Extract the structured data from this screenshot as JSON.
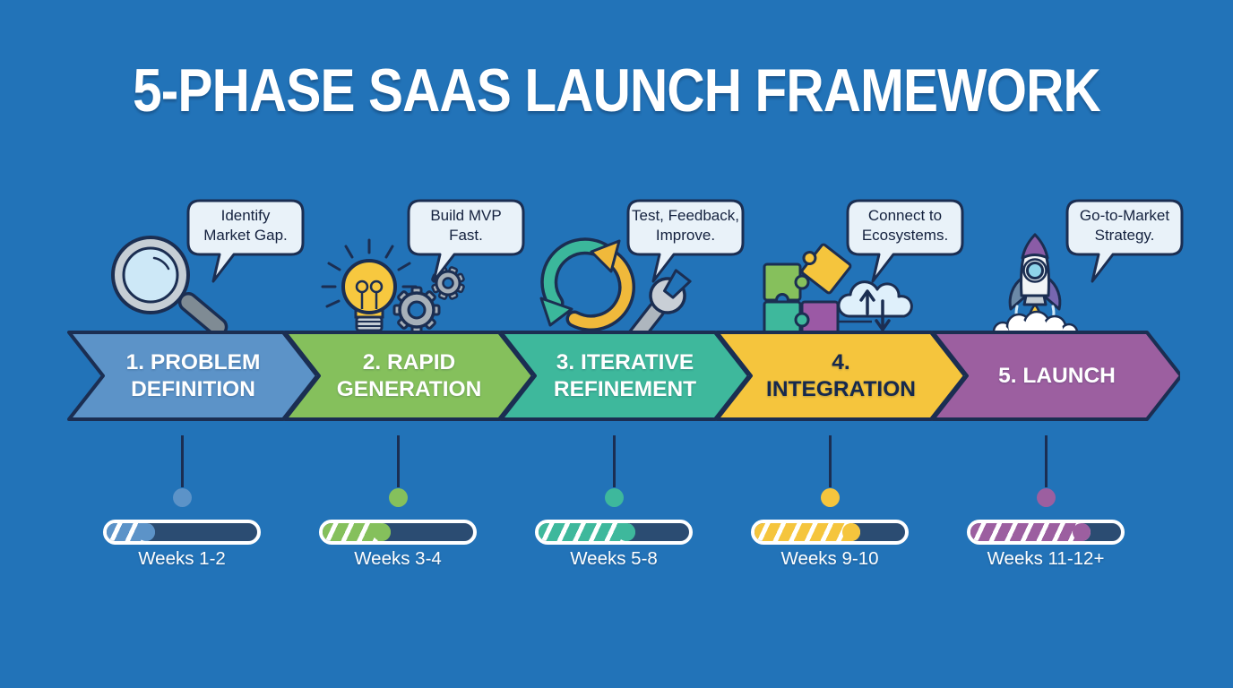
{
  "title": "5-PHASE SAAS LAUNCH FRAMEWORK",
  "colors": {
    "background": "#2273b8",
    "outline": "#1b2e52",
    "bubble_bg": "#e9f2f9",
    "bar_track": "#2b4c72",
    "bar_border": "#ffffff",
    "title_text": "#ffffff"
  },
  "phases": [
    {
      "label": "1. PROBLEM DEFINITION",
      "bubble_line1": "Identify",
      "bubble_line2": "Market Gap.",
      "weeks": "Weeks 1-2",
      "color": "#5c93c8",
      "text_color": "#ffffff",
      "progress": "32%",
      "icon": "magnifier-icon"
    },
    {
      "label": "2. RAPID GENERATION",
      "bubble_line1": "Build MVP",
      "bubble_line2": "Fast.",
      "weeks": "Weeks 3-4",
      "color": "#85c05c",
      "text_color": "#ffffff",
      "progress": "45%",
      "icon": "lightbulb-gears-icon"
    },
    {
      "label": "3. ITERATIVE REFINEMENT",
      "bubble_line1": "Test, Feedback,",
      "bubble_line2": "Improve.",
      "weeks": "Weeks 5-8",
      "color": "#3eb89c",
      "text_color": "#ffffff",
      "progress": "64%",
      "icon": "cycle-wrench-icon"
    },
    {
      "label": "4. INTEGRATION",
      "bubble_line1": "Connect to",
      "bubble_line2": "Ecosystems.",
      "weeks": "Weeks 9-10",
      "color": "#f5c53d",
      "text_color": "#16294d",
      "progress": "70%",
      "icon": "puzzle-cloud-icon"
    },
    {
      "label": "5. LAUNCH",
      "bubble_line1": "Go-to-Market",
      "bubble_line2": "Strategy.",
      "weeks": "Weeks 11-12+",
      "color": "#9c5fa0",
      "text_color": "#ffffff",
      "progress": "80%",
      "icon": "rocket-icon"
    }
  ]
}
